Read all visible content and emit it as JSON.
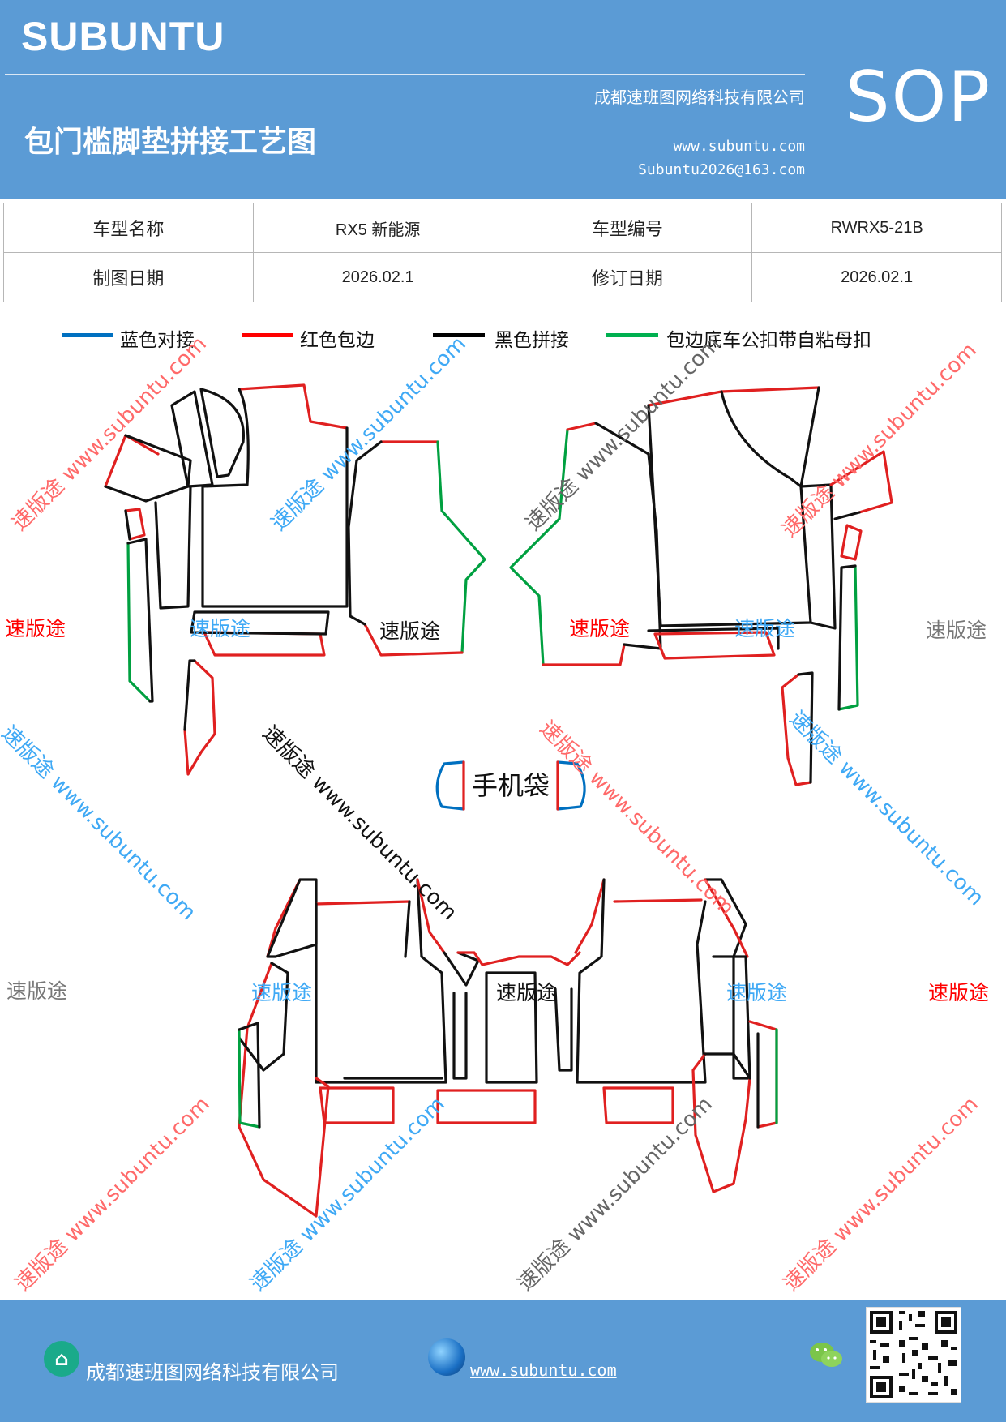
{
  "header": {
    "brand": "SUBUNTU",
    "title": "包门槛脚垫拼接工艺图",
    "company": "成都速班图网络科技有限公司",
    "website": "www.subuntu.com",
    "email": "Subuntu2026@163.com",
    "sop": "SOP",
    "bg_color": "#5b9bd5"
  },
  "info_table": {
    "row1": {
      "label1": "车型名称",
      "value1": "RX5  新能源",
      "label2": "车型编号",
      "value2": "RWRX5-21B"
    },
    "row2": {
      "label1": "制图日期",
      "value1": "2026.02.1",
      "label2": "修订日期",
      "value2": "2026.02.1"
    }
  },
  "legend": [
    {
      "label": "蓝色对接",
      "color": "#0070c0"
    },
    {
      "label": "红色包边",
      "color": "#ff0000"
    },
    {
      "label": "黑色拼接",
      "color": "#000000"
    },
    {
      "label": "包边底车公扣带自粘母扣",
      "color": "#00b050"
    }
  ],
  "diagram": {
    "phone_pocket_label": "手机袋"
  },
  "watermarks": {
    "brand_cn": "速版途",
    "diag_text": "速版途 www.subuntu.com",
    "colors": {
      "red": "#ff0000",
      "blue": "#3fa9f5",
      "gray": "#777777",
      "black": "#111111"
    }
  },
  "footer": {
    "company": "成都速班图网络科技有限公司",
    "website": "www.subuntu.com",
    "home_icon": "home-icon",
    "globe_icon": "globe-icon",
    "wechat_icon": "wechat-icon",
    "qr_icon": "qr-code"
  }
}
